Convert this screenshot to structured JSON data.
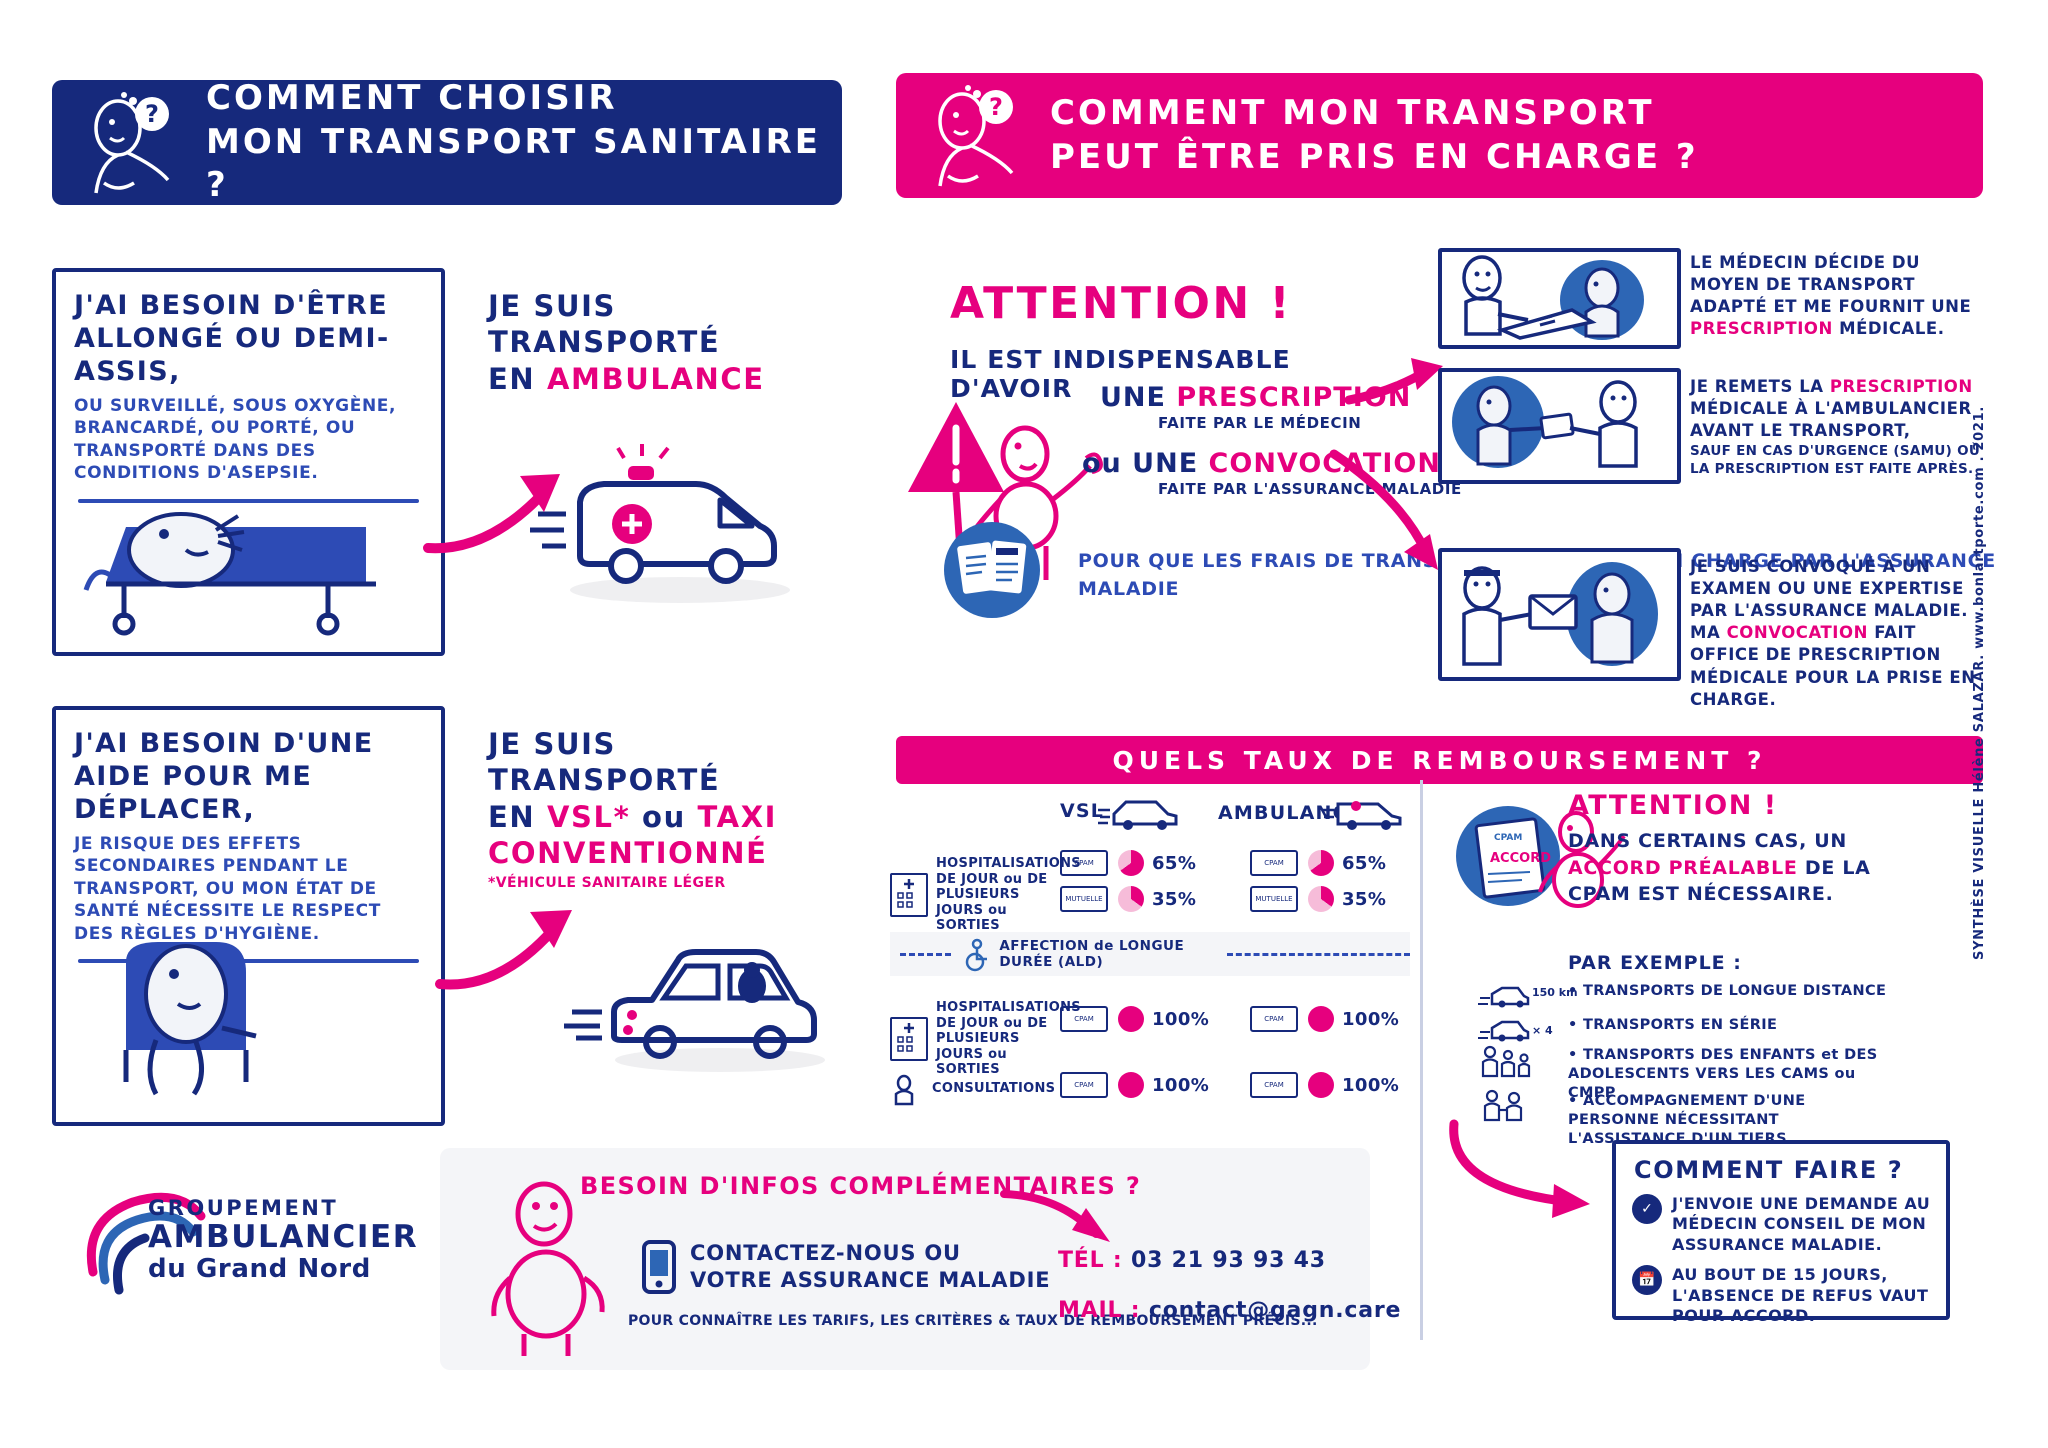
{
  "header": {
    "left": {
      "line1": "COMMENT CHOISIR",
      "line2": "MON TRANSPORT SANITAIRE ?",
      "bg": "#16297c"
    },
    "right": {
      "line1": "COMMENT MON TRANSPORT",
      "line2": "PEUT ÊTRE PRIS EN CHARGE ?",
      "bg": "#e6007e"
    }
  },
  "left_column": {
    "card1": {
      "title": "J'AI BESOIN D'ÊTRE ALLONGÉ OU DEMI-ASSIS,",
      "sub": "OU SURVEILLÉ, SOUS OXYGÈNE, BRANCARDÉ, OU PORTÉ, OU TRANSPORTÉ DANS DES CONDITIONS D'ASEPSIE."
    },
    "stmt1": {
      "line1": "JE SUIS TRANSPORTÉ",
      "line2_prefix": "EN ",
      "line2_highlight": "AMBULANCE"
    },
    "card2": {
      "title": "J'AI BESOIN D'UNE AIDE POUR ME DÉPLACER,",
      "sub": "JE RISQUE DES EFFETS SECONDAIRES PENDANT LE TRANSPORT, OU MON ÉTAT DE SANTÉ NÉCESSITE LE RESPECT DES RÈGLES D'HYGIÈNE."
    },
    "stmt2": {
      "line1": "JE SUIS TRANSPORTÉ",
      "line2_prefix": "EN ",
      "line2_highlight": "VSL*",
      "line2_mid": " ou ",
      "line2_highlight2": "TAXI",
      "line3": "CONVENTIONNÉ",
      "footnote": "*VÉHICULE SANITAIRE LÉGER"
    }
  },
  "attention": {
    "title": "ATTENTION !",
    "subtitle": "IL EST INDISPENSABLE D'AVOIR",
    "prescription_prefix": "UNE ",
    "prescription": "PRESCRIPTION",
    "prescription_sub": "FAITE PAR LE MÉDECIN",
    "convocation_prefix": "ou UNE ",
    "convocation": "CONVOCATION",
    "convocation_sub": "FAITE PAR L'ASSURANCE MALADIE",
    "frais": "POUR QUE LES FRAIS DE TRANSPORT SOIENT PRIS EN CHARGE PAR L'ASSURANCE MALADIE"
  },
  "panels": [
    {
      "name": "doctor-prescription",
      "text_before": "LE MÉDECIN DÉCIDE DU MOYEN DE TRANSPORT ADAPTÉ ET ME FOURNIT UNE ",
      "highlight": "PRESCRIPTION",
      "text_after": " MÉDICALE."
    },
    {
      "name": "hand-to-ambulancier",
      "text_before": "JE REMETS LA ",
      "highlight": "PRESCRIPTION",
      "text_after": " MÉDICALE À L'AMBULANCIER AVANT LE TRANSPORT,",
      "small": "SAUF EN CAS D'URGENCE (SAMU) OÙ LA PRESCRIPTION EST FAITE APRÈS."
    },
    {
      "name": "convocation-letter",
      "text_before": "JE SUIS CONVOQUÉ À UN EXAMEN OU UNE EXPERTISE PAR L'ASSURANCE MALADIE. MA ",
      "highlight": "CONVOCATION",
      "text_after": " FAIT OFFICE DE PRESCRIPTION MÉDICALE POUR LA PRISE EN CHARGE."
    }
  ],
  "rates": {
    "banner": "QUELS TAUX DE REMBOURSEMENT ?",
    "columns": [
      "VSL",
      "AMBULANCE"
    ],
    "ald_label": "AFFECTION de LONGUE DURÉE (ALD)",
    "rows": [
      {
        "label": "HOSPITALISATIONS DE JOUR ou DE PLUSIEURS JOURS ou SORTIES",
        "sublabel_1": "CPAM",
        "sublabel_2": "MUTUELLE",
        "vsl": [
          "65%",
          "35%"
        ],
        "ambulance": [
          "65%",
          "35%"
        ]
      },
      {
        "label": "HOSPITALISATIONS DE JOUR ou DE PLUSIEURS JOURS ou SORTIES",
        "sublabel_1": "CPAM",
        "vsl": [
          "100%"
        ],
        "ambulance": [
          "100%"
        ]
      },
      {
        "label": "CONSULTATIONS",
        "sublabel_1": "CPAM",
        "vsl": [
          "100%"
        ],
        "ambulance": [
          "100%"
        ]
      }
    ]
  },
  "cpam": {
    "accord_label": "ACCORD",
    "cpam_label": "CPAM",
    "attention": "ATTENTION !",
    "body_before": "DANS CERTAINS CAS, UN ",
    "body_highlight": "ACCORD PRÉALABLE",
    "body_after": " DE LA CPAM EST NÉCESSAIRE.",
    "examples_title": "PAR EXEMPLE :",
    "examples": [
      "TRANSPORTS DE LONGUE DISTANCE",
      "TRANSPORTS EN SÉRIE",
      "TRANSPORTS DES ENFANTS et DES ADOLESCENTS VERS LES CAMS ou CMPP",
      "ACCOMPAGNEMENT D'UNE PERSONNE NÉCESSITANT L'ASSISTANCE D'UN TIERS"
    ],
    "icon_labels": [
      "150 km",
      "× 4"
    ]
  },
  "comment_faire": {
    "title": "COMMENT FAIRE ?",
    "items": [
      {
        "icon": "check-circle-icon",
        "text": "J'ENVOIE UNE DEMANDE AU MÉDECIN CONSEIL DE MON ASSURANCE MALADIE."
      },
      {
        "icon": "calendar-icon",
        "text": "AU BOUT DE 15 JOURS, L'ABSENCE DE REFUS VAUT POUR ACCORD."
      }
    ]
  },
  "footer": {
    "title": "BESOIN D'INFOS COMPLÉMENTAIRES ?",
    "contact_line1": "CONTACTEZ-NOUS OU",
    "contact_line2": "VOTRE ASSURANCE MALADIE",
    "small": "POUR CONNAÎTRE LES TARIFS, LES CRITÈRES & TAUX DE REMBOURSEMENT PRÉCIS...",
    "tel_label": "TÉL :",
    "tel_value": "03 21 93 93 43",
    "mail_label": "MAIL :",
    "mail_value": "contact@gagn.care"
  },
  "logo": {
    "line1": "GROUPEMENT",
    "line2": "AMBULANCIER",
    "line3": "du Grand Nord"
  },
  "credit": "SYNTHÈSE VISUELLE  Hélène SALAZAR.  www.bonlartporte.com .  2021.",
  "colors": {
    "blue": "#16297c",
    "blue_light": "#2d4bb5",
    "pink": "#e6007e",
    "pink_light": "#f6bcd9",
    "grey": "#f4f5f8"
  }
}
